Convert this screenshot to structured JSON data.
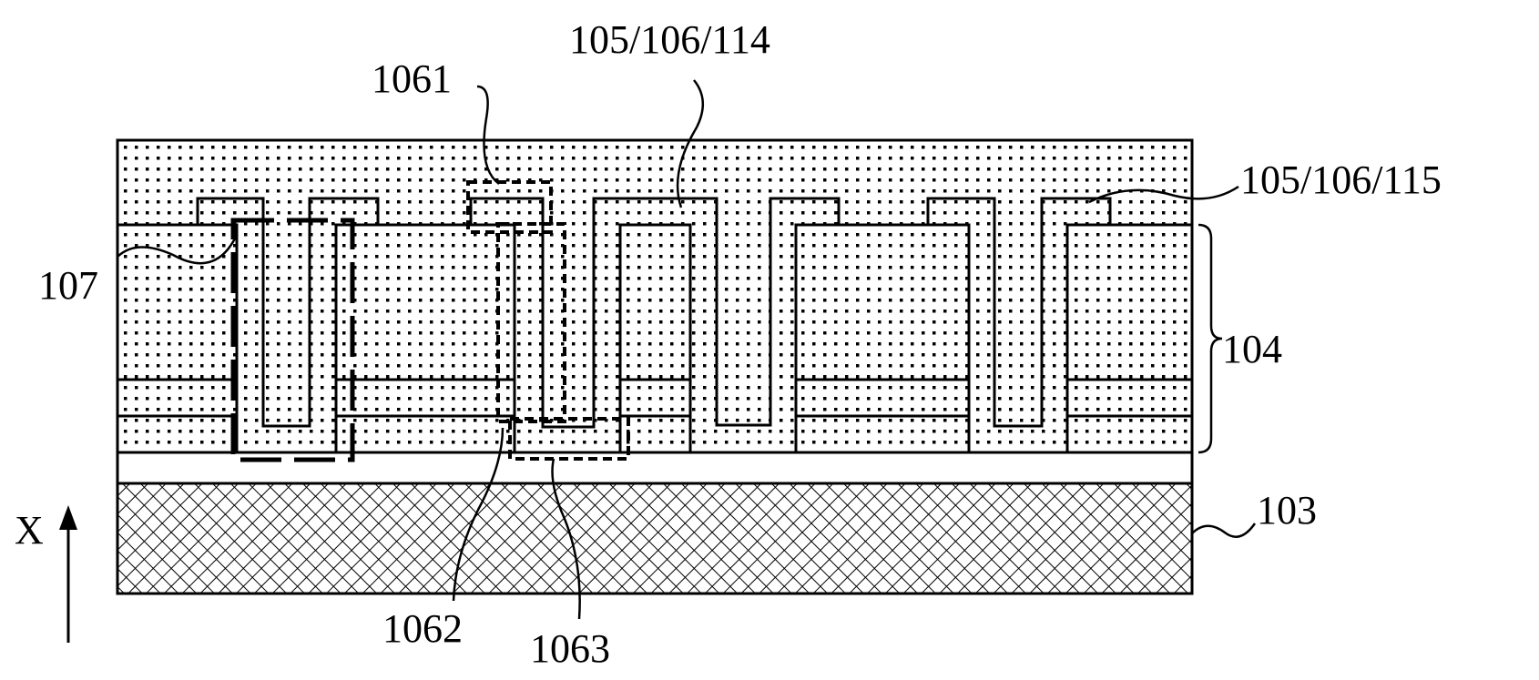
{
  "labels": {
    "l1061": "1061",
    "l105_106_114": "105/106/114",
    "l105_106_115": "105/106/115",
    "l107": "107",
    "l104": "104",
    "l103": "103",
    "l1062": "1062",
    "l1063": "1063",
    "axis_x": "X"
  },
  "colors": {
    "ink": "#000000",
    "background": "#ffffff"
  }
}
